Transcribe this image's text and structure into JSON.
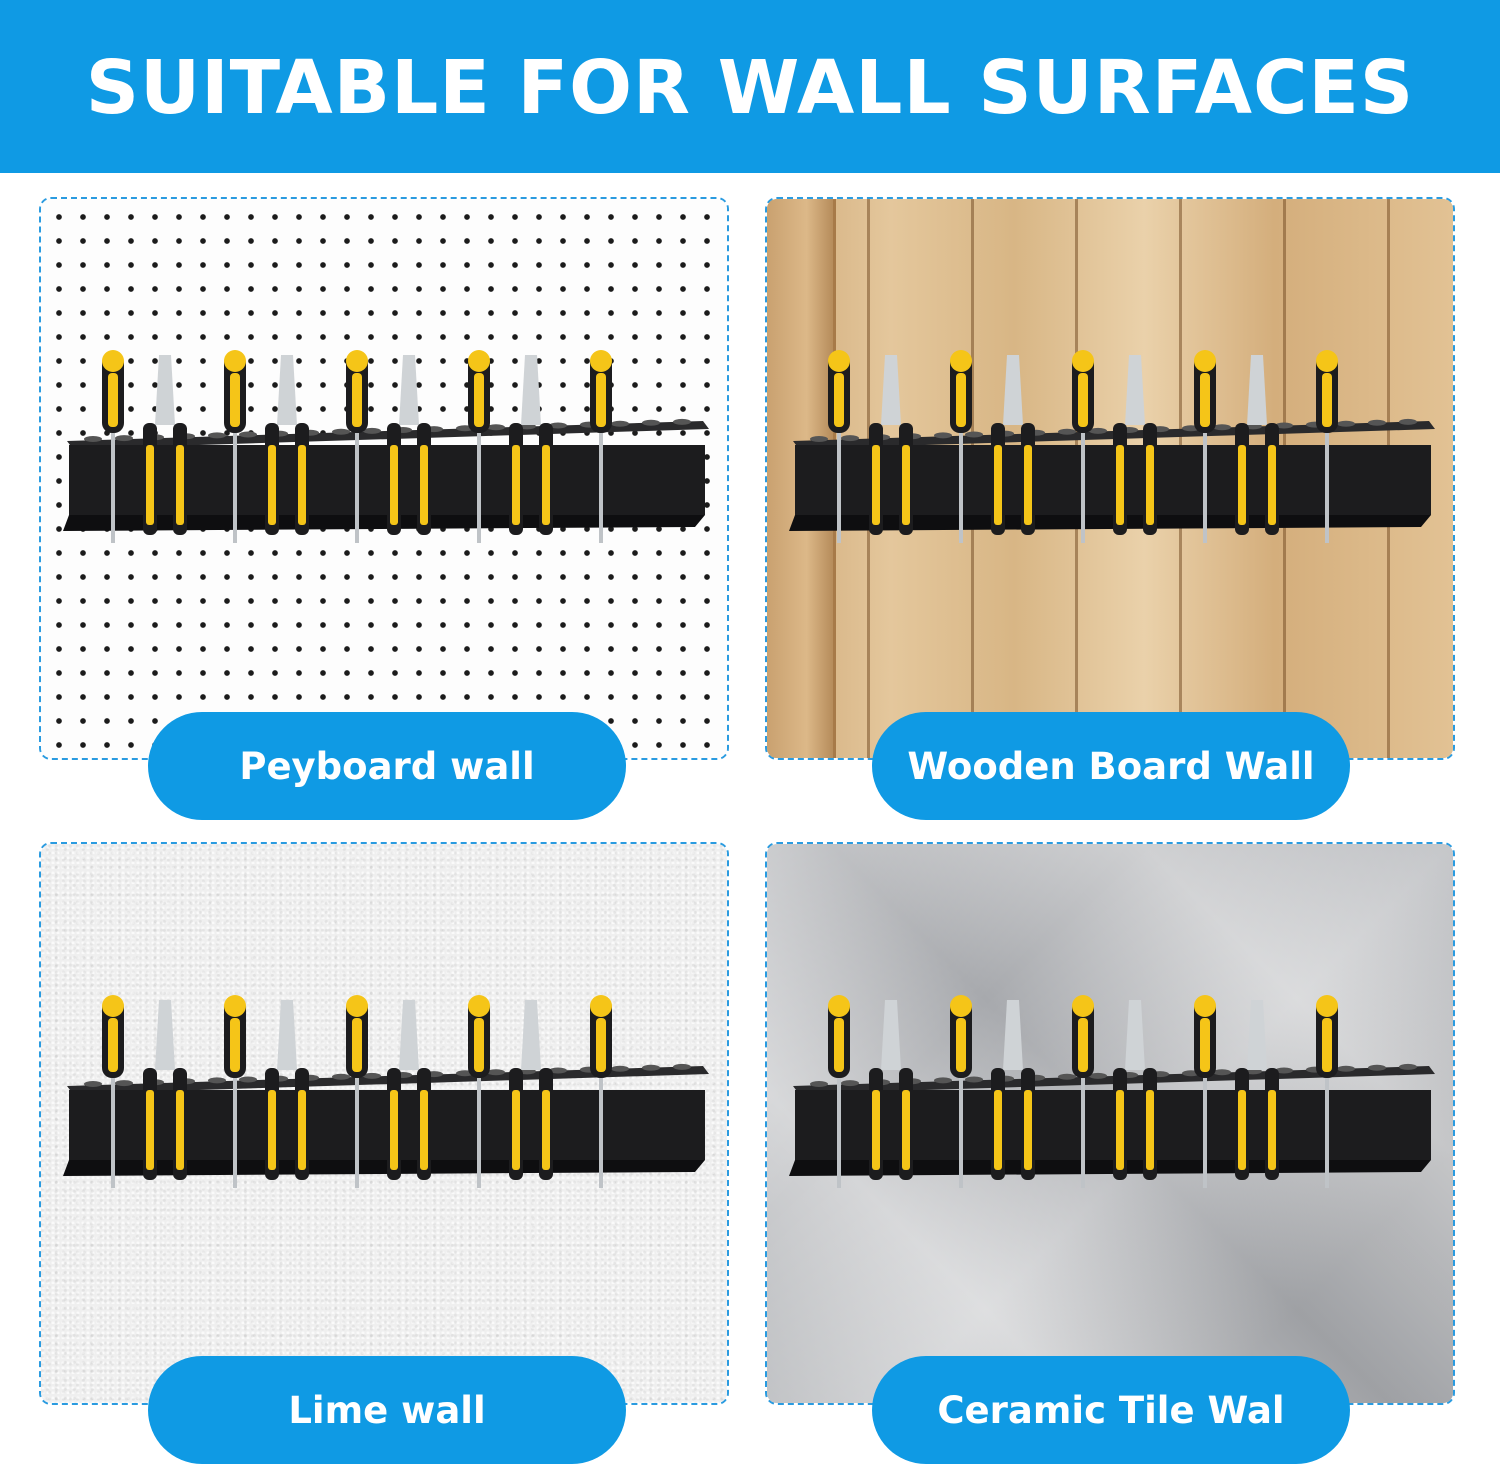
{
  "header": {
    "title": "SUITABLE FOR WALL SURFACES"
  },
  "panels": [
    {
      "label": "Peyboard wall"
    },
    {
      "label": "Wooden Board Wall"
    },
    {
      "label": "Lime wall"
    },
    {
      "label": "Ceramic Tile Wal"
    }
  ],
  "colors": {
    "accent": "#0f9ae4",
    "handle_yellow": "#f5c518",
    "rack_black": "#1c1c1e"
  }
}
